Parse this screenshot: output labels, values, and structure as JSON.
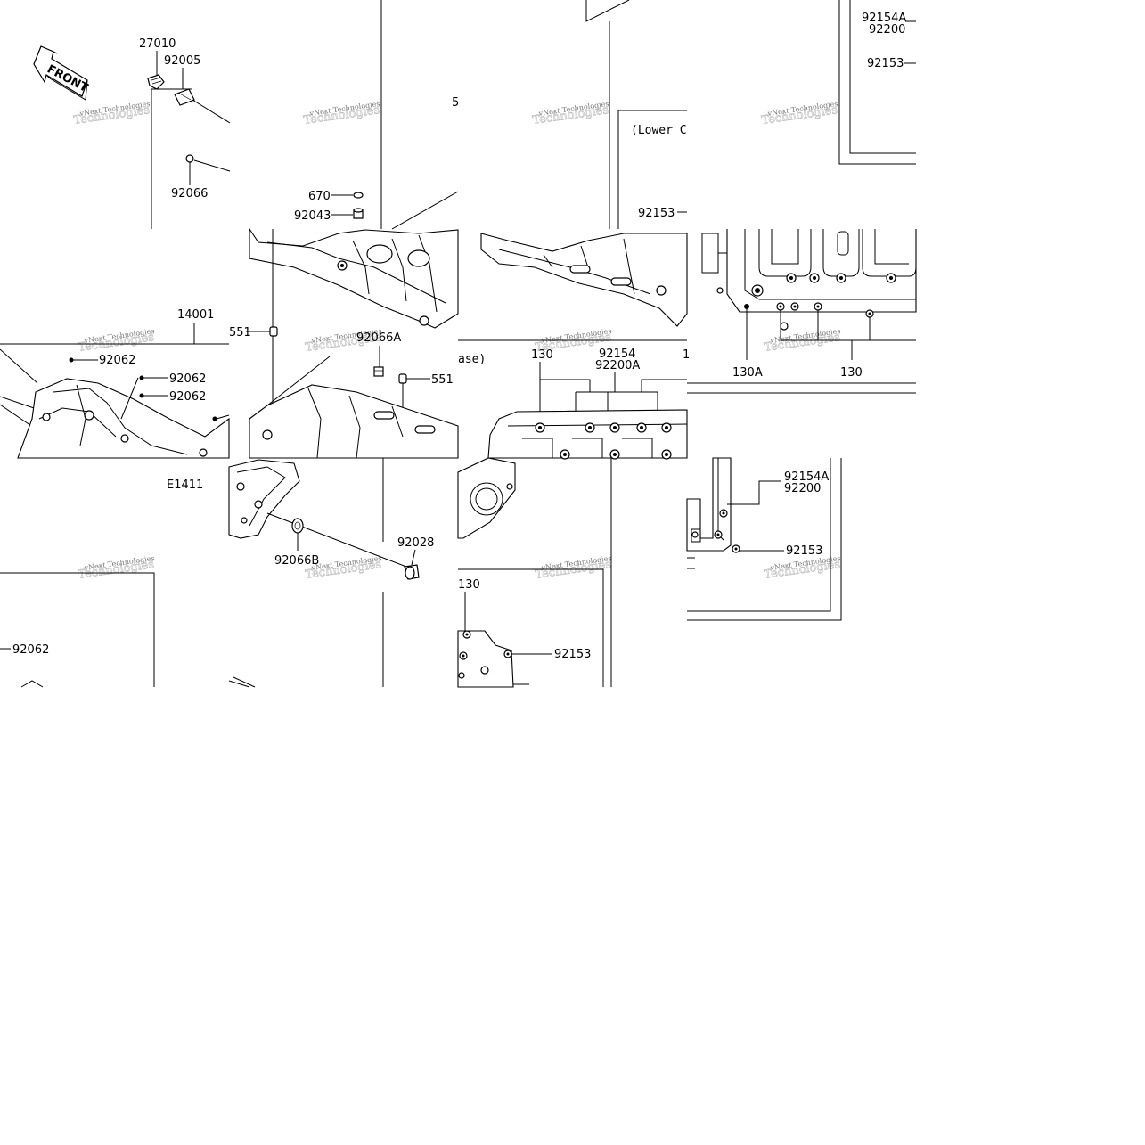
{
  "front_arrow": {
    "text": "FRONT"
  },
  "diagram_code": "E1411",
  "sections": {
    "lower_case": "(Lower C",
    "case_fragment": "ase)"
  },
  "watermark": {
    "line1": "vNext Technologies",
    "line2": "Technologies"
  },
  "parts": [
    {
      "number": "27010"
    },
    {
      "number": "92005"
    },
    {
      "number": "92066"
    },
    {
      "number": "14001"
    },
    {
      "number": "92062"
    },
    {
      "number": "92062"
    },
    {
      "number": "92062"
    },
    {
      "number": "92062"
    },
    {
      "number": "670"
    },
    {
      "number": "92043"
    },
    {
      "number": "551"
    },
    {
      "number": "551"
    },
    {
      "number": "92066A"
    },
    {
      "number": "92066B"
    },
    {
      "number": "92028"
    },
    {
      "number": "5"
    },
    {
      "number": "92153"
    },
    {
      "number": "92154"
    },
    {
      "number": "92200A"
    },
    {
      "number": "130"
    },
    {
      "number": "130"
    },
    {
      "number": "130A"
    },
    {
      "number": "130"
    },
    {
      "number": "92154A"
    },
    {
      "number": "92200"
    },
    {
      "number": "92153"
    },
    {
      "number": "92154A"
    },
    {
      "number": "92200"
    },
    {
      "number": "92153"
    },
    {
      "number": "92153"
    },
    {
      "number": "1"
    }
  ]
}
